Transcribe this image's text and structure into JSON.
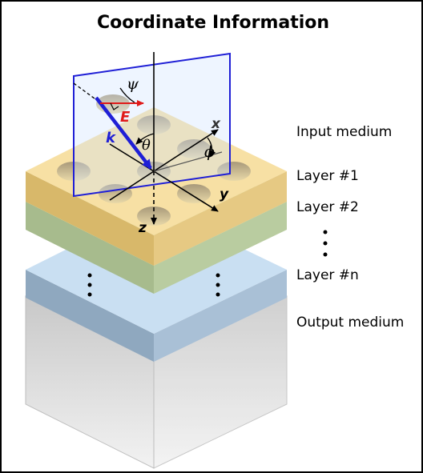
{
  "title": "Coordinate Information",
  "labels": {
    "input_medium": "Input medium",
    "layer1": "Layer #1",
    "layer2": "Layer #2",
    "layern": "Layer #n",
    "output_medium": "Output medium"
  },
  "symbols": {
    "psi": "ψ",
    "E": "E",
    "k": "k",
    "theta": "θ",
    "x": "x",
    "phi": "ϕ",
    "y": "y",
    "z": "z"
  },
  "colors": {
    "layer1_top": "#f7e0a4",
    "layer1_side": "#d8b86a",
    "layer2_top": "#c8dcb0",
    "layer2_side": "#a7bb8d",
    "layern_top": "#c9dff2",
    "layern_side": "#8fa8bf",
    "output_box": "#d9d9d9",
    "plane_stroke": "#1f1fd6",
    "k_vector": "#1f1fd6",
    "E_vector": "#e01a1a"
  }
}
